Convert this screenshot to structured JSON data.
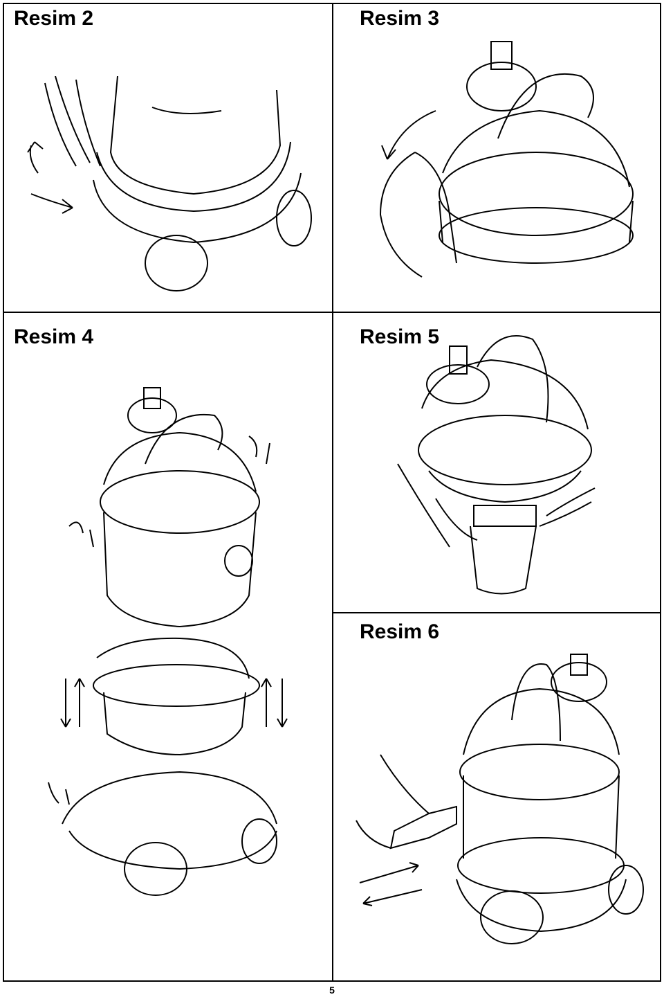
{
  "figures": [
    {
      "title": "Resim 2",
      "icon": "vacuum-base-unlatch-illustration"
    },
    {
      "title": "Resim 3",
      "icon": "vacuum-head-cable-wind-illustration"
    },
    {
      "title": "Resim 4",
      "icon": "vacuum-exploded-assembly-illustration"
    },
    {
      "title": "Resim 5",
      "icon": "vacuum-filter-removal-illustration"
    },
    {
      "title": "Resim 6",
      "icon": "vacuum-hose-insert-illustration"
    }
  ],
  "page_number": "5"
}
